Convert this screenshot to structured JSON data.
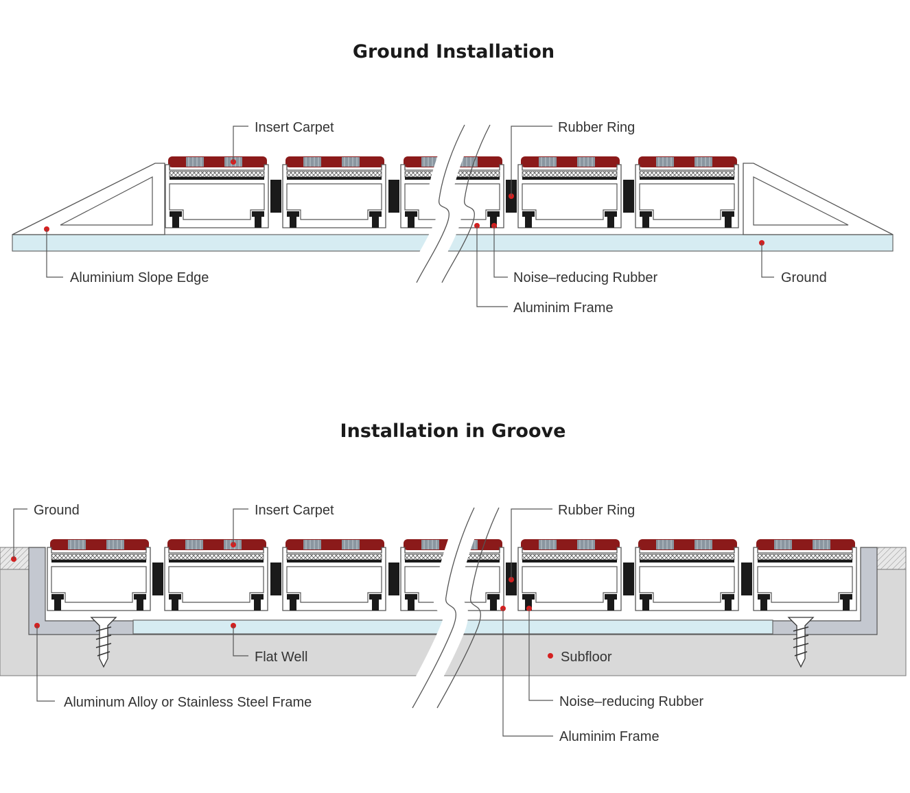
{
  "diagram1": {
    "title": "Ground Installation",
    "labels": {
      "insert_carpet": "Insert Carpet",
      "rubber_ring": "Rubber Ring",
      "slope_edge": "Aluminium Slope Edge",
      "noise_rubber": "Noise–reducing Rubber",
      "ground": "Ground",
      "frame": "Aluminim Frame"
    }
  },
  "diagram2": {
    "title": "Installation in Groove",
    "labels": {
      "ground": "Ground",
      "insert_carpet": "Insert Carpet",
      "rubber_ring": "Rubber Ring",
      "flat_well": "Flat Well",
      "subfloor": "Subfloor",
      "outer_frame": "Aluminum Alloy or Stainless Steel Frame",
      "noise_rubber": "Noise–reducing Rubber",
      "frame": "Aluminim Frame"
    }
  },
  "colors": {
    "carpet_red": "#8b1a1a",
    "carpet_grey": "#8a96a0",
    "marker_red": "#d42020",
    "ground_blue": "#d6ecf2",
    "subfloor_grey": "#d9d9d9",
    "rubber_black": "#1a1a1a"
  }
}
